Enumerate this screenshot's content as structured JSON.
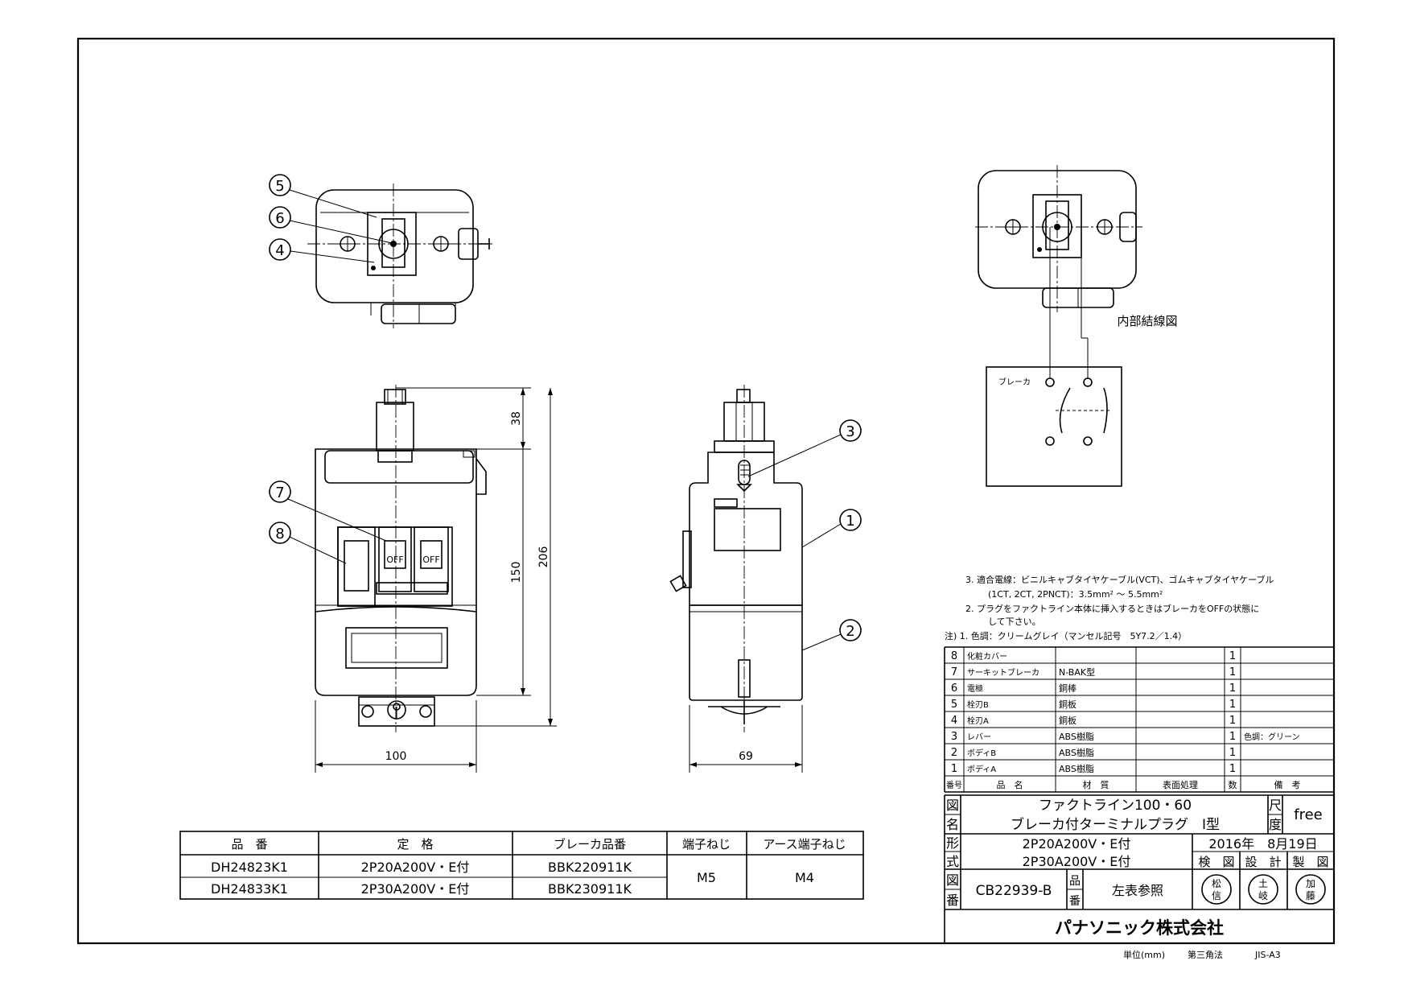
{
  "callouts": [
    "5",
    "6",
    "4",
    "7",
    "8",
    "3",
    "1",
    "2"
  ],
  "dimensions": {
    "d38": "38",
    "d150": "150",
    "d206": "206",
    "d100": "100",
    "d69": "69"
  },
  "breaker_labels": {
    "off_a": "OFF",
    "off_b": "OFF"
  },
  "wiring": {
    "title": "内部結線図",
    "breaker": "ブレーカ"
  },
  "notes": {
    "n3_line1": "3. 適合電線：ビニルキャブタイヤケーブル(VCT)、ゴムキャブタイヤケーブル",
    "n3_line2": "(1CT, 2CT, 2PNCT)：3.5mm² ～ 5.5mm²",
    "n2_line1": "2. プラグをファクトライン本体に挿入するときはブレーカをOFFの状態に",
    "n2_line2": "して下さい。",
    "n1": "注) 1. 色調：クリームグレイ（マンセル記号　5Y7.2／1.4）"
  },
  "parts": {
    "rows": [
      {
        "no": "8",
        "name": "化粧カバー",
        "material": "",
        "finish": "",
        "qty": "1",
        "remark": ""
      },
      {
        "no": "7",
        "name": "サーキットブレーカ",
        "material": "N-BAK型",
        "finish": "",
        "qty": "1",
        "remark": ""
      },
      {
        "no": "6",
        "name": "電極",
        "material": "銅棒",
        "finish": "",
        "qty": "1",
        "remark": ""
      },
      {
        "no": "5",
        "name": "栓刃B",
        "material": "銅板",
        "finish": "",
        "qty": "1",
        "remark": ""
      },
      {
        "no": "4",
        "name": "栓刃A",
        "material": "銅板",
        "finish": "",
        "qty": "1",
        "remark": ""
      },
      {
        "no": "3",
        "name": "レバー",
        "material": "ABS樹脂",
        "finish": "",
        "qty": "1",
        "remark": "色調：グリーン"
      },
      {
        "no": "2",
        "name": "ボディB",
        "material": "ABS樹脂",
        "finish": "",
        "qty": "1",
        "remark": ""
      },
      {
        "no": "1",
        "name": "ボディA",
        "material": "ABS樹脂",
        "finish": "",
        "qty": "1",
        "remark": ""
      }
    ],
    "header": {
      "no": "番号",
      "name": "品　名",
      "material": "材　質",
      "finish": "表面処理",
      "qty": "数",
      "remark": "備　考"
    }
  },
  "title_block": {
    "zu": "図",
    "mei": "名",
    "kei": "形",
    "shiki": "式",
    "zu2": "図",
    "ban": "番",
    "name_line1": "ファクトライン100・60",
    "name_line2": "ブレーカ付ターミナルプラグ　I型",
    "shaku": "尺",
    "do": "度",
    "scale": "free",
    "model1": "2P20A200V・E付",
    "model2": "2P30A200V・E付",
    "date": "2016年　8月19日",
    "ken": "検　図",
    "sek": "設　計",
    "sei": "製　図",
    "drawing_no": "CB22939-B",
    "hin": "品",
    "ban2": "番",
    "part_ref": "左表参照",
    "stamp1": "松\n信",
    "stamp2": "土\n岐",
    "stamp3": "加\n藤",
    "company": "パナソニック株式会社",
    "unit": "単位(mm)",
    "projection": "第三角法",
    "paper": "JIS-A3"
  },
  "model_table": {
    "headers": [
      "品　番",
      "定　格",
      "ブレーカ品番",
      "端子ねじ",
      "アース端子ねじ"
    ],
    "rows": [
      [
        "DH24823K1",
        "2P20A200V・E付",
        "BBK220911K"
      ],
      [
        "DH24833K1",
        "2P30A200V・E付",
        "BBK230911K"
      ]
    ],
    "terminal_screw": "M5",
    "earth_screw": "M4"
  }
}
